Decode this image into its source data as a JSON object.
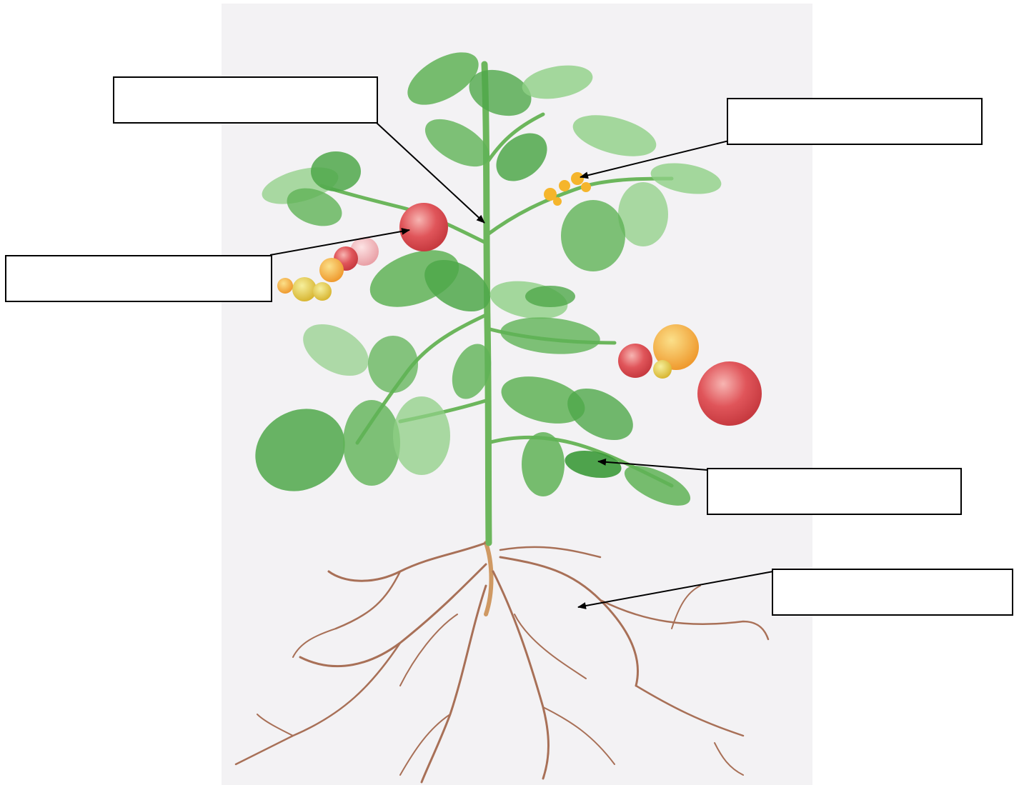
{
  "diagram": {
    "subject": "tomato plant",
    "labels": [
      {
        "id": "stem",
        "text": ""
      },
      {
        "id": "flower",
        "text": ""
      },
      {
        "id": "fruit",
        "text": ""
      },
      {
        "id": "leaf",
        "text": ""
      },
      {
        "id": "root",
        "text": ""
      }
    ]
  },
  "colors": {
    "paper": "#f3f2f4",
    "stem": "#6cb65c",
    "leaf": "#4fa84a",
    "leaf_light": "#8fcf86",
    "fruit_red": "#e0555a",
    "fruit_orange": "#f2a23a",
    "fruit_yellow": "#e6c53b",
    "flower": "#f5b52c",
    "root": "#9c5a3c",
    "arrow": "#000000"
  }
}
